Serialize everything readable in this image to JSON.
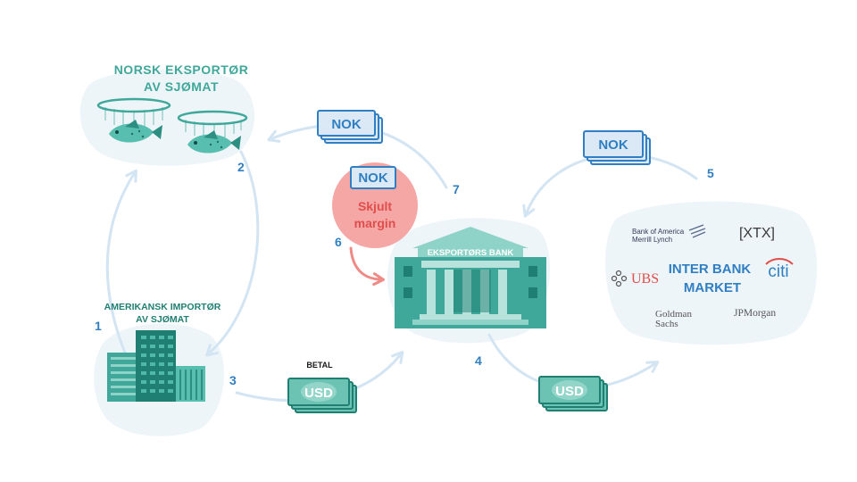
{
  "exporter": {
    "title_line1": "NORSK EKSPORTØR",
    "title_line2": "AV SJØMAT"
  },
  "importer": {
    "title_line1": "AMERIKANSK IMPORTØR",
    "title_line2": "AV SJØMAT"
  },
  "bank": {
    "label": "EKSPORTØRS BANK"
  },
  "margin": {
    "bill": "NOK",
    "line1": "Skjult",
    "line2": "margin"
  },
  "market": {
    "title_line1": "INTER BANK",
    "title_line2": "MARKET",
    "logos": {
      "bofa_line1": "Bank of America",
      "bofa_line2": "Merrill Lynch",
      "xtx": "[XTX]",
      "ubs": "UBS",
      "citi": "citi",
      "goldman_line1": "Goldman",
      "goldman_line2": "Sachs",
      "jpmorgan": "JPMorgan"
    }
  },
  "bills": {
    "nok_top": "NOK",
    "nok_right": "NOK",
    "usd_bottom": "USD",
    "usd_right": "USD"
  },
  "pay_label": "BETAL",
  "steps": [
    "1",
    "2",
    "3",
    "4",
    "5",
    "6",
    "7"
  ],
  "colors": {
    "teal": "#3fa89a",
    "teal_dark": "#1f7f72",
    "blue": "#2f7fc2",
    "arrow": "#d3e4f3",
    "margin_pink": "#f5a7a5",
    "margin_red": "#e04e4c",
    "blob": "#eef5f9"
  }
}
